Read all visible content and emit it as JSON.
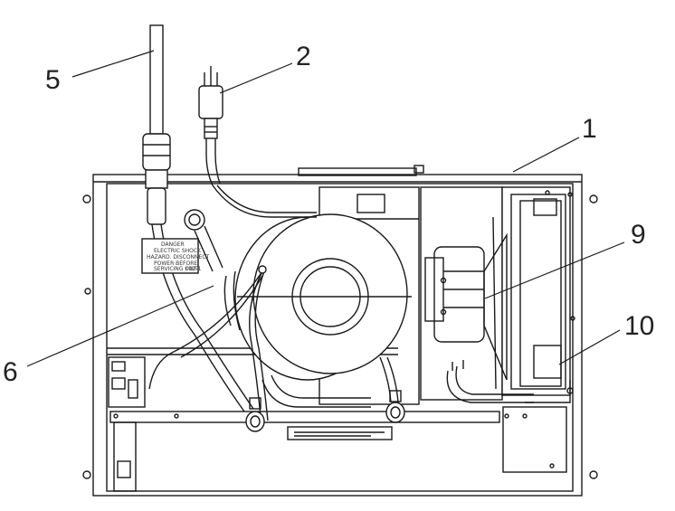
{
  "callouts": [
    {
      "id": "1",
      "label": "1"
    },
    {
      "id": "2",
      "label": "2"
    },
    {
      "id": "5",
      "label": "5"
    },
    {
      "id": "6",
      "label": "6"
    },
    {
      "id": "9",
      "label": "9"
    },
    {
      "id": "10",
      "label": "10"
    }
  ],
  "warning_label": {
    "lines": [
      "DANGER",
      "ELECTRIC SHOCK",
      "HAZARD. DISCONNECT",
      "POWER BEFORE",
      "SERVICING UNIT."
    ],
    "code": "022-1"
  },
  "colors": {
    "line": "#1a1a1a",
    "fill": "#ffffff",
    "shade": "#e8e8e8"
  }
}
